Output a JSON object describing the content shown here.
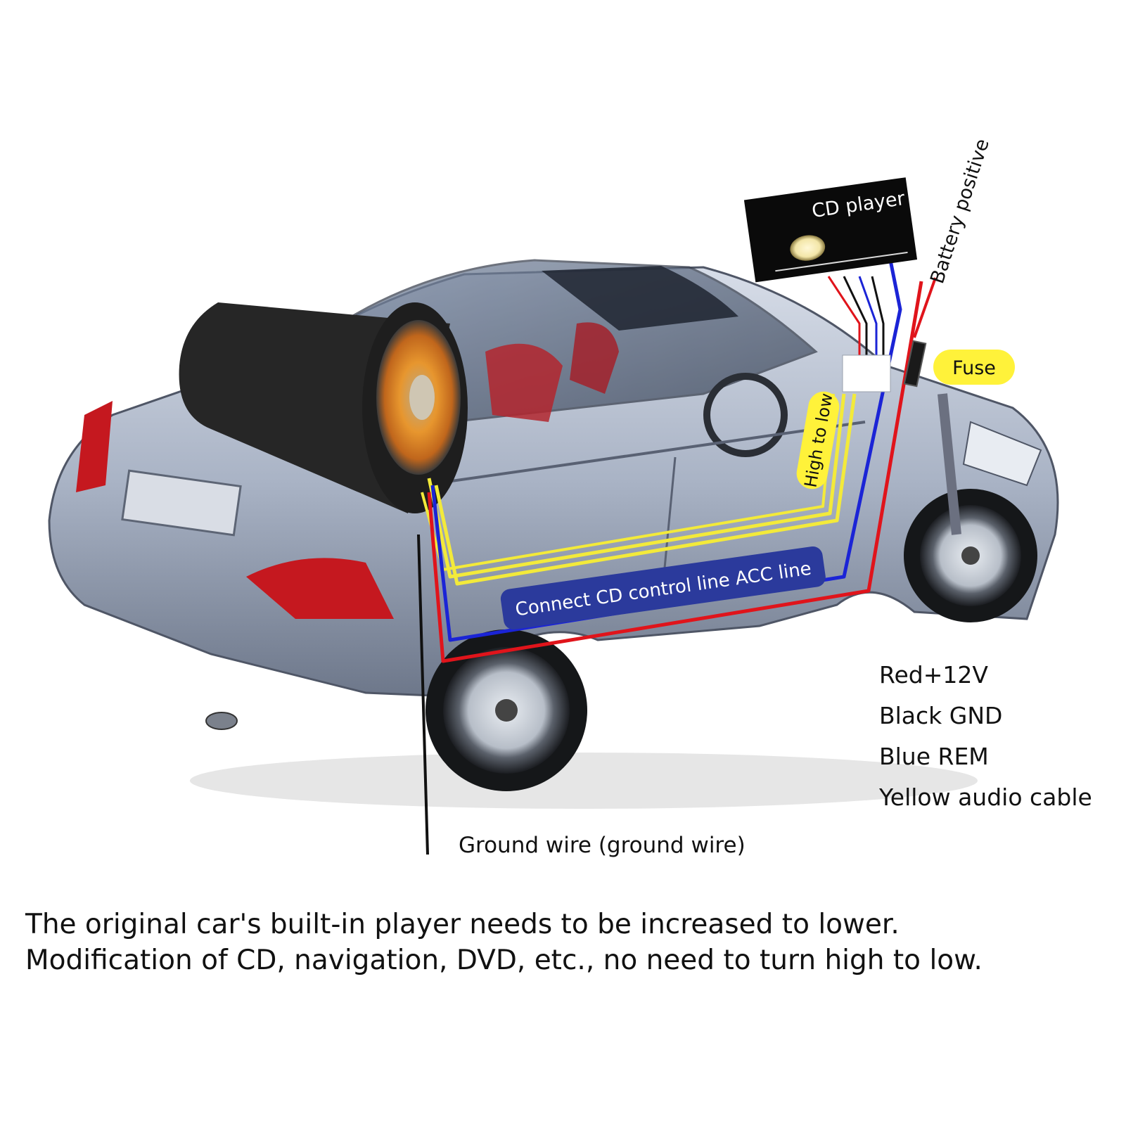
{
  "labels": {
    "cd_player": "CD player",
    "battery_positive": "Battery positive",
    "fuse": "Fuse",
    "high_to_low": "High to low",
    "acc_line": "Connect CD control line ACC line",
    "ground_wire": "Ground wire (ground wire)"
  },
  "legend": {
    "red": "Red+12V",
    "black": "Black GND",
    "blue": "Blue REM",
    "yellow": "Yellow audio cable"
  },
  "caption": {
    "line1": "The original car's built-in player needs to be increased to lower.",
    "line2": "Modification of CD, navigation, DVD, etc., no need to turn high to low."
  },
  "colors": {
    "wire_red": "#e0141b",
    "wire_blue": "#1b24d6",
    "wire_yellow": "#f3ea3a",
    "wire_black": "#111111",
    "label_yellow": "#fff23a",
    "label_navy": "#2b3a9c",
    "car_body": "#aab4c6",
    "subwoofer": "#2a2a2a",
    "speaker_cone": "#e08a2a"
  }
}
